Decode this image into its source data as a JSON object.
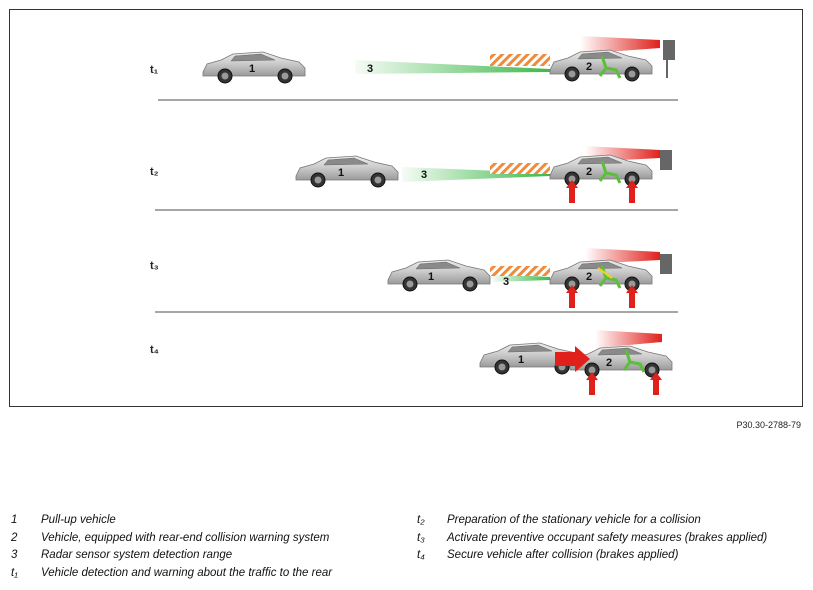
{
  "diagram": {
    "rows": [
      {
        "time_label": "t₁",
        "pull_up_number": "1",
        "equipped_number": "2",
        "radar_number": "3"
      },
      {
        "time_label": "t₂",
        "pull_up_number": "1",
        "equipped_number": "2",
        "radar_number": "3"
      },
      {
        "time_label": "t₃",
        "pull_up_number": "1",
        "equipped_number": "2",
        "radar_number": "3"
      },
      {
        "time_label": "t₄",
        "pull_up_number": "1",
        "equipped_number": "2"
      }
    ]
  },
  "figure_ref": "P30.30-2788-79",
  "legend": [
    {
      "key": "1",
      "text": "Pull-up vehicle"
    },
    {
      "key": "2",
      "text": "Vehicle, equipped with rear-end collision warning system"
    },
    {
      "key": "3",
      "text": "Radar sensor system detection range"
    },
    {
      "key": "t₁",
      "text": "Vehicle detection and warning about the traffic to the rear"
    },
    {
      "key": "t₂",
      "text": "Preparation of the stationary vehicle for a collision"
    },
    {
      "key": "t₃",
      "text": "Activate preventive occupant safety measures (brakes applied)"
    },
    {
      "key": "t₄",
      "text": "Secure vehicle after collision (brakes applied)"
    }
  ],
  "colors": {
    "car_body": "#c9c9c9",
    "radar_green": "#3fb84a",
    "warning_red": "#e0201b",
    "hatch_orange": "#f08a3c",
    "occupant_green": "#5bbf3a",
    "road_line": "#888888",
    "signal_post": "#666666"
  }
}
